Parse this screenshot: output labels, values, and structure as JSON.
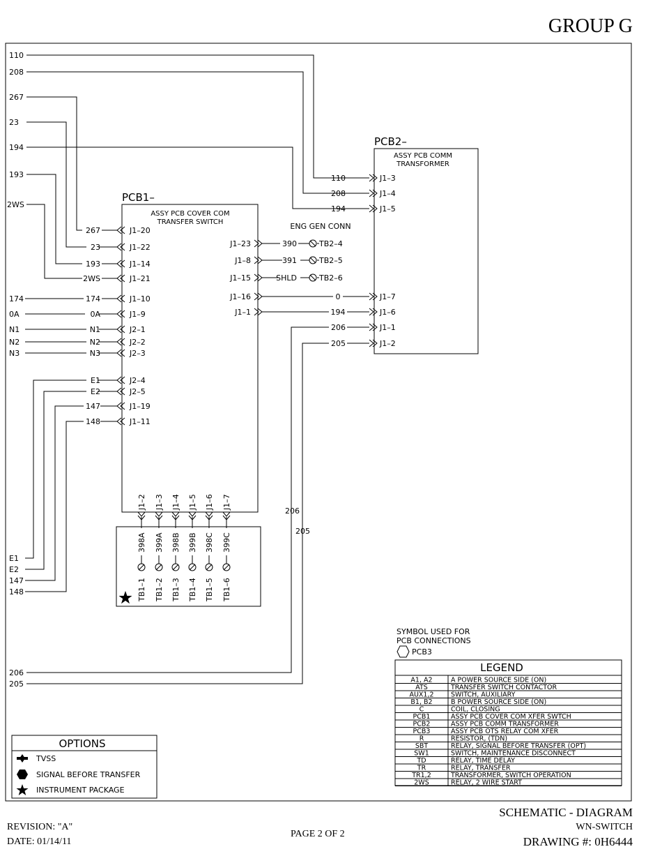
{
  "header": {
    "group": "GROUP G"
  },
  "pcb1": {
    "name": "PCB1–",
    "desc1": "ASSY PCB COVER COM",
    "desc2": "TRANSFER SWITCH",
    "left_pins": [
      {
        "pin": "J1–20",
        "wire": "267"
      },
      {
        "pin": "J1–22",
        "wire": "23"
      },
      {
        "pin": "J1–14",
        "wire": "193"
      },
      {
        "pin": "J1–21",
        "wire": "2WS"
      },
      {
        "pin": "J1–10",
        "wire": "174"
      },
      {
        "pin": "J1–9",
        "wire": "0A"
      },
      {
        "pin": "J2–1",
        "wire": "N1"
      },
      {
        "pin": "J2–2",
        "wire": "N2"
      },
      {
        "pin": "J2–3",
        "wire": "N3"
      },
      {
        "pin": "J2–4",
        "wire": "E1"
      },
      {
        "pin": "J2–5",
        "wire": "E2"
      },
      {
        "pin": "J1–19",
        "wire": "147"
      },
      {
        "pin": "J1–11",
        "wire": "148"
      }
    ],
    "right_pins": [
      {
        "pin": "J1–23",
        "wire": "390",
        "tb": "TB2–4"
      },
      {
        "pin": "J1–8",
        "wire": "391",
        "tb": "TB2–5"
      },
      {
        "pin": "J1–15",
        "wire": "SHLD",
        "tb": "TB2–6"
      },
      {
        "pin": "J1–16",
        "wire": "0"
      },
      {
        "pin": "J1–1",
        "wire": "194"
      }
    ],
    "bottom_pins": [
      "J1–2",
      "J1–3",
      "J1–4",
      "J1–5",
      "J1–6",
      "J1–7"
    ]
  },
  "eng_gen_conn": "ENG GEN CONN",
  "tb1": {
    "wires": [
      "398A",
      "399A",
      "398B",
      "399B",
      "398C",
      "399C"
    ],
    "terminals": [
      "TB1–1",
      "TB1–2",
      "TB1–3",
      "TB1–4",
      "TB1–5",
      "TB1–6"
    ]
  },
  "pcb2": {
    "name": "PCB2–",
    "desc1": "ASSY PCB COMM",
    "desc2": "TRANSFORMER",
    "pins": [
      {
        "pin": "J1–3",
        "wire": "110"
      },
      {
        "pin": "J1–4",
        "wire": "208"
      },
      {
        "pin": "J1–5",
        "wire": "194"
      },
      {
        "pin": "J1–7",
        "wire": "0"
      },
      {
        "pin": "J1–6",
        "wire": "194"
      },
      {
        "pin": "J1–1",
        "wire": "206"
      },
      {
        "pin": "J1–2",
        "wire": "205"
      }
    ]
  },
  "left_wires": {
    "top": [
      "110",
      "208",
      "267",
      "23",
      "194",
      "193",
      "2WS"
    ],
    "mid": [
      "174",
      "0A",
      "N1",
      "N2",
      "N3"
    ],
    "bottom": [
      "E1",
      "E2",
      "147",
      "148"
    ],
    "bus": [
      "206",
      "205"
    ]
  },
  "symbol_note": {
    "line1": "SYMBOL USED FOR",
    "line2": "PCB CONNECTIONS",
    "label": "PCB3"
  },
  "legend": {
    "title": "LEGEND",
    "rows": [
      {
        "code": "A1, A2",
        "desc": "A POWER SOURCE SIDE (ON)"
      },
      {
        "code": "ATS",
        "desc": "TRANSFER SWITCH CONTACTOR"
      },
      {
        "code": "AUX1,2",
        "desc": "SWITCH, AUXILIARY"
      },
      {
        "code": "B1, B2",
        "desc": "B POWER SOURCE SIDE (ON)"
      },
      {
        "code": "C",
        "desc": "COIL, CLOSING"
      },
      {
        "code": "PCB1",
        "desc": "ASSY PCB COVER COM XFER SWTCH"
      },
      {
        "code": "PCB2",
        "desc": "ASSY PCB COMM TRANSFORMER"
      },
      {
        "code": "PCB3",
        "desc": "ASSY PCB OTS RELAY COM XFER"
      },
      {
        "code": "R",
        "desc": "RESISTOR, (TDN)"
      },
      {
        "code": "SBT",
        "desc": "RELAY, SIGNAL BEFORE TRANSFER (OPT)"
      },
      {
        "code": "SW1",
        "desc": "SWITCH, MAINTENANCE DISCONNECT"
      },
      {
        "code": "TD",
        "desc": "RELAY, TIME DELAY"
      },
      {
        "code": "TR",
        "desc": "RELAY, TRANSFER"
      },
      {
        "code": "TR1,2",
        "desc": "TRANSFORMER, SWITCH OPERATION"
      },
      {
        "code": "2WS",
        "desc": "RELAY, 2 WIRE START"
      }
    ]
  },
  "options": {
    "title": "OPTIONS",
    "items": [
      {
        "icon": "tvss-icon",
        "label": "TVSS"
      },
      {
        "icon": "hexagon-icon",
        "label": "SIGNAL BEFORE TRANSFER"
      },
      {
        "icon": "star-icon",
        "label": "INSTRUMENT PACKAGE"
      }
    ]
  },
  "footer": {
    "revision": "REVISION: \"A\"",
    "date": "DATE: 01/14/11",
    "page": "PAGE 2 OF 2",
    "title": "SCHEMATIC - DIAGRAM",
    "subtitle": "WN-SWITCH",
    "drawing": "DRAWING #: 0H6444"
  }
}
